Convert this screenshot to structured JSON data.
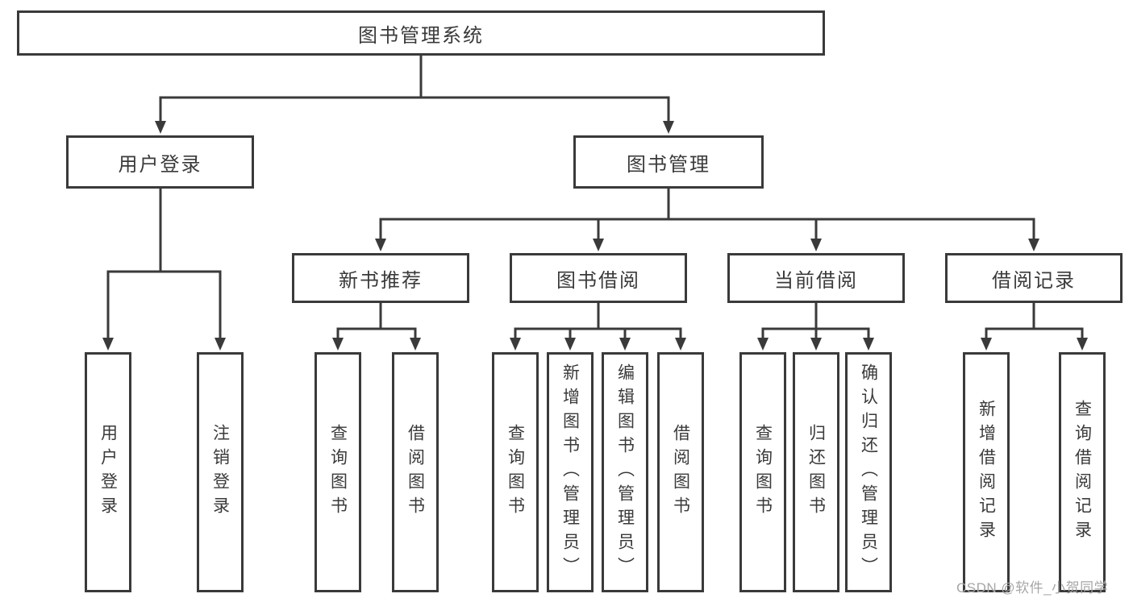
{
  "colors": {
    "background": "#ffffff",
    "box_bg": "#ffffff",
    "line": "#3a3a3a",
    "text": "#3a3a3a",
    "watermark": "#a6a6a6"
  },
  "diagram": {
    "root": {
      "label": "图书管理系统"
    },
    "branches": [
      {
        "label": "用户登录",
        "children": [
          {
            "label": "用户登录"
          },
          {
            "label": "注销登录"
          }
        ]
      },
      {
        "label": "图书管理",
        "children": [
          {
            "label": "新书推荐",
            "children": [
              {
                "label": "查询图书"
              },
              {
                "label": "借阅图书"
              }
            ]
          },
          {
            "label": "图书借阅",
            "children": [
              {
                "label": "查询图书"
              },
              {
                "label": "新增图书（管理员）"
              },
              {
                "label": "编辑图书（管理员）"
              },
              {
                "label": "借阅图书"
              }
            ]
          },
          {
            "label": "当前借阅",
            "children": [
              {
                "label": "查询图书"
              },
              {
                "label": "归还图书"
              },
              {
                "label": "确认归还（管理员）"
              }
            ]
          },
          {
            "label": "借阅记录",
            "children": [
              {
                "label": "新增借阅记录"
              },
              {
                "label": "查询借阅记录"
              }
            ]
          }
        ]
      }
    ]
  },
  "watermark": {
    "text": "CSDN @软件_小贺同学"
  }
}
